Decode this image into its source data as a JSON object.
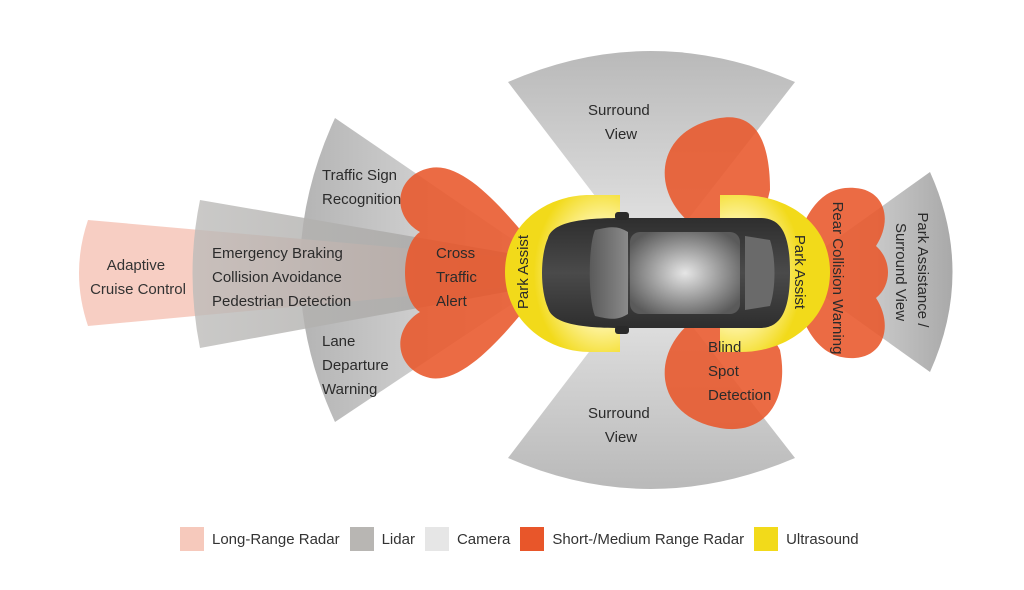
{
  "colors": {
    "long_range_radar": "#f6c9bc",
    "lidar": "#b8b6b3",
    "camera": "#e6e6e6",
    "short_medium_radar": "#e8562a",
    "ultrasound": "#f2da1a",
    "car_body": "#3b3b3b"
  },
  "zones": {
    "adaptive_cruise": [
      "Adaptive",
      "Cruise Control"
    ],
    "emergency_braking": [
      "Emergency Braking",
      "Collision Avoidance",
      "Pedestrian Detection"
    ],
    "traffic_sign": [
      "Traffic Sign",
      "Recognition"
    ],
    "lane_departure": [
      "Lane",
      "Departure",
      "Warning"
    ],
    "cross_traffic": [
      "Cross",
      "Traffic",
      "Alert"
    ],
    "surround_top": [
      "Surround",
      "View"
    ],
    "surround_bottom": [
      "Surround",
      "View"
    ],
    "park_assist_front": "Park Assist",
    "park_assist_rear": "Park Assist",
    "rear_collision": "Rear Collision Warning",
    "park_assistance_surround": [
      "Park Assistance /",
      "Surround View"
    ],
    "blind_spot": [
      "Blind",
      "Spot",
      "Detection"
    ]
  },
  "legend": [
    {
      "label": "Long-Range Radar",
      "color": "#f6c9bc"
    },
    {
      "label": "Lidar",
      "color": "#b8b6b3"
    },
    {
      "label": "Camera",
      "color": "#e6e6e6"
    },
    {
      "label": "Short-/Medium Range Radar",
      "color": "#e8562a"
    },
    {
      "label": "Ultrasound",
      "color": "#f2da1a"
    }
  ]
}
